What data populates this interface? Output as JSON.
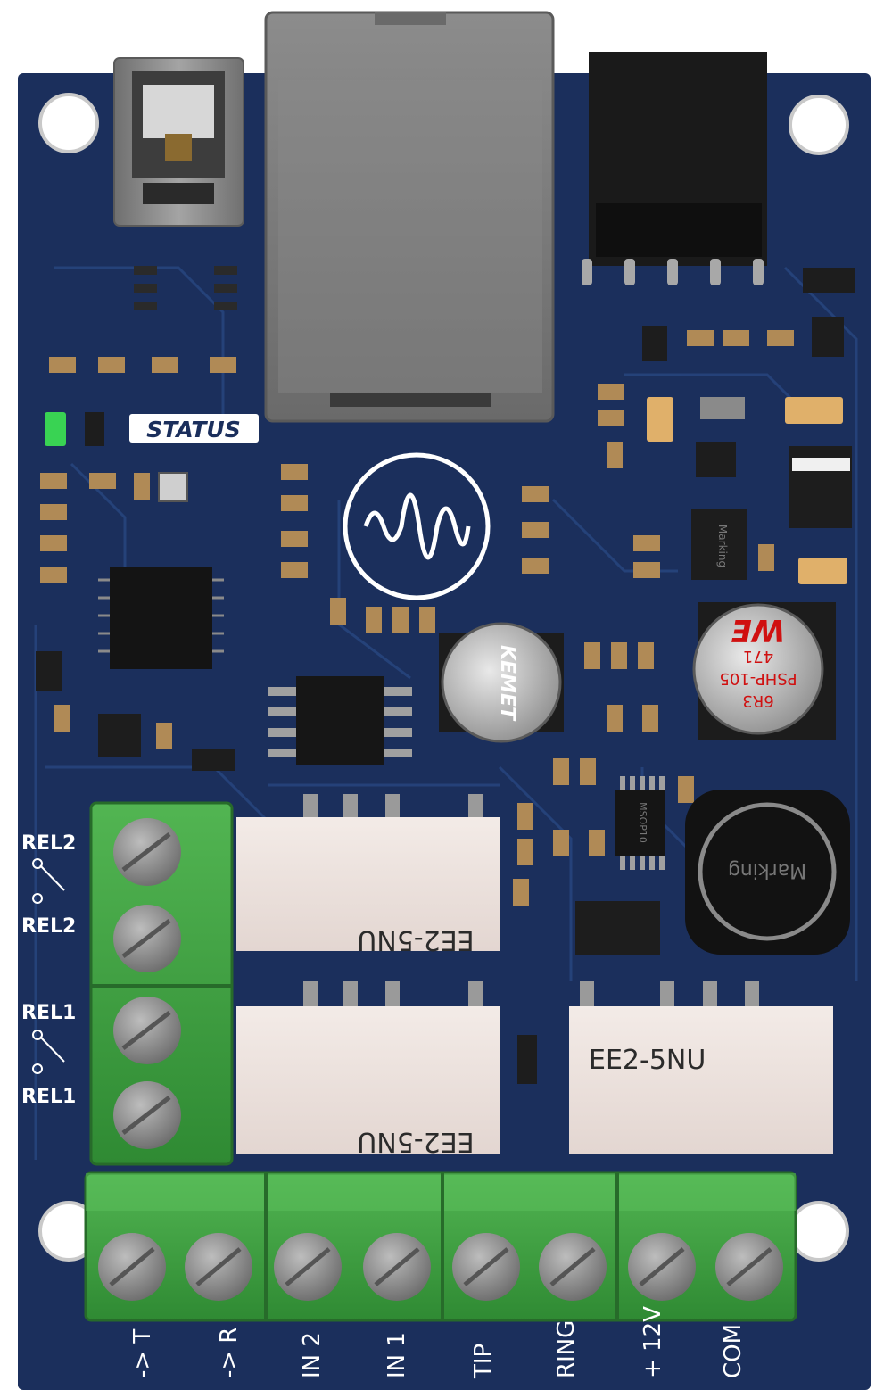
{
  "board": {
    "status_label": "STATUS",
    "relay_labels": {
      "rel2_top": "REL2",
      "rel2_bottom": "REL2",
      "rel1_top": "REL1",
      "rel1_bottom": "REL1"
    },
    "relays": {
      "top_left": "EE2-5NU",
      "bottom_left": "EE2-5NU",
      "bottom_right": "EE2-5NU"
    },
    "capacitor_kemet": "KEMET",
    "capacitor_we": {
      "line1": "6R3",
      "line2": "PSHP-105",
      "line3": "471",
      "logo": "WE"
    },
    "inductor_marking": "Marking",
    "chip_marking": "Marking",
    "msop_label": "MSOP10",
    "terminals": [
      "-> T",
      "-> R",
      "IN 2",
      "IN 1",
      "TIP",
      "RING",
      "+ 12V",
      "COM"
    ],
    "colors": {
      "pcb": "#1b2f5c",
      "terminal_green": "#3f9b3f",
      "relay_body": "#ede3df",
      "status_led": "#39d353",
      "text_white": "#ffffff"
    }
  }
}
